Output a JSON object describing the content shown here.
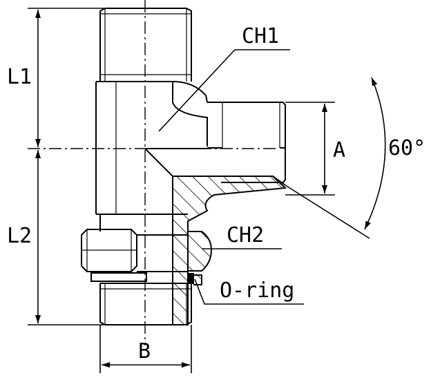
{
  "labels": {
    "l1": "L1",
    "l2": "L2",
    "ch1": "CH1",
    "ch2": "CH2",
    "a": "A",
    "b": "B",
    "angle": "60°",
    "oring": "O-ring"
  },
  "colors": {
    "line": "#000000",
    "background": "#ffffff"
  }
}
